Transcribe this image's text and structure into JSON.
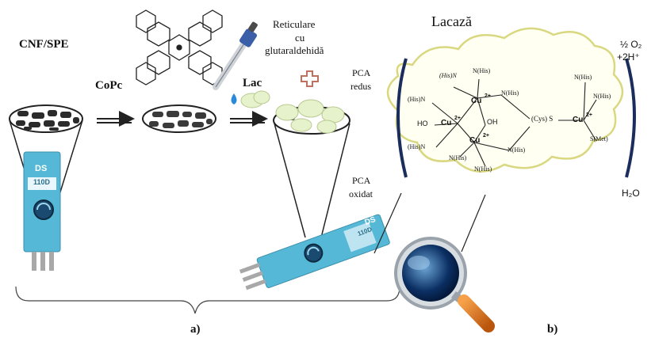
{
  "panel_a": {
    "label": "a)",
    "step1": "CNF/SPE",
    "step2": "CoPc",
    "step3": "Lac",
    "crosslink": [
      "Reticulare",
      "cu",
      "glutaraldehidă"
    ],
    "pca_reduced": [
      "PCA",
      "redus"
    ],
    "pca_oxidized": [
      "PCA",
      "oxidat"
    ],
    "electrode_brand": "DS",
    "electrode_model": "110D"
  },
  "panel_b": {
    "label": "b)",
    "title": "Lacază",
    "reactant_lines": [
      "½ O₂",
      "+2H⁺"
    ],
    "product": "H₂O",
    "site": {
      "cu1": "Cu",
      "cu2": "Cu",
      "cu3": "Cu",
      "cu4": "Cu",
      "charge": "2+",
      "his_n": "(His)N",
      "n_his": "N(His)",
      "ho": "HO",
      "oh": "OH",
      "cys_s": "(Cys) S",
      "s_met": "S(Met)"
    }
  },
  "colors": {
    "film_dark": "#2b2b2b",
    "enzyme_green": "#e6f2cc",
    "cloud_yellow": "#f4f2a0",
    "electrode_blue": "#55b8d6",
    "magnifier_handle": "#e07820",
    "plus_red": "#c07060",
    "drop_blue": "#2a8ad8"
  }
}
